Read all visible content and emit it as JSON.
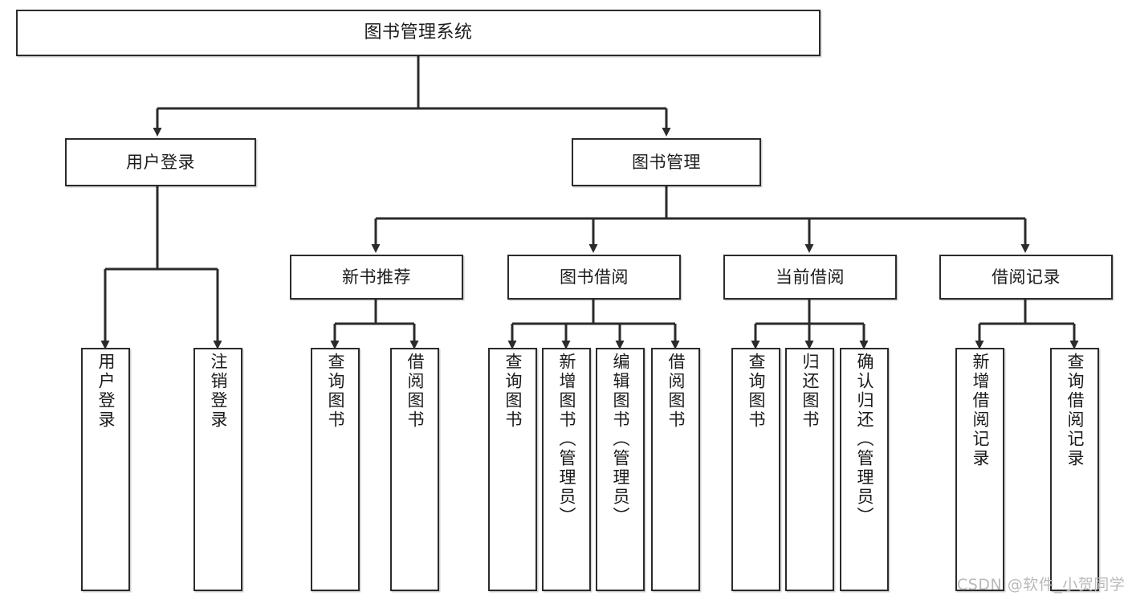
{
  "diagram": {
    "title": "图书管理系统",
    "type": "tree",
    "theme": {
      "background": "#ffffff",
      "node_border": "#2b2b2b",
      "node_fill": "#ffffff",
      "text": "#1b1b1b",
      "connector": "#2b2b2b",
      "watermark": "#b9b9b9"
    },
    "levels": [
      {
        "level": 0,
        "nodes": [
          {
            "id": "root",
            "label": "图书管理系统"
          }
        ]
      },
      {
        "level": 1,
        "nodes": [
          {
            "id": "user-login",
            "label": "用户登录",
            "parent": "root"
          },
          {
            "id": "book-management",
            "label": "图书管理",
            "parent": "root"
          }
        ]
      },
      {
        "level": 2,
        "nodes": [
          {
            "id": "new-book-recommend",
            "label": "新书推荐",
            "parent": "book-management"
          },
          {
            "id": "book-borrow",
            "label": "图书借阅",
            "parent": "book-management"
          },
          {
            "id": "current-borrow",
            "label": "当前借阅",
            "parent": "book-management"
          },
          {
            "id": "borrow-record",
            "label": "借阅记录",
            "parent": "book-management"
          }
        ]
      },
      {
        "level": 3,
        "nodes": [
          {
            "id": "leaf-user-login",
            "label": "用户登录",
            "parent": "user-login"
          },
          {
            "id": "leaf-logout-login",
            "label": "注销登录",
            "parent": "user-login"
          },
          {
            "id": "leaf-query-book-1",
            "label": "查询图书",
            "parent": "new-book-recommend"
          },
          {
            "id": "leaf-borrow-book-1",
            "label": "借阅图书",
            "parent": "new-book-recommend"
          },
          {
            "id": "leaf-query-book-2",
            "label": "查询图书",
            "parent": "book-borrow"
          },
          {
            "id": "leaf-add-book",
            "label": "新增图书（管理员）",
            "parent": "book-borrow"
          },
          {
            "id": "leaf-edit-book",
            "label": "编辑图书（管理员）",
            "parent": "book-borrow"
          },
          {
            "id": "leaf-borrow-book-2",
            "label": "借阅图书",
            "parent": "book-borrow"
          },
          {
            "id": "leaf-query-book-3",
            "label": "查询图书",
            "parent": "current-borrow"
          },
          {
            "id": "leaf-return-book",
            "label": "归还图书",
            "parent": "current-borrow"
          },
          {
            "id": "leaf-confirm-return",
            "label": "确认归还（管理员）",
            "parent": "current-borrow"
          },
          {
            "id": "leaf-add-record",
            "label": "新增借阅记录",
            "parent": "borrow-record"
          },
          {
            "id": "leaf-query-record",
            "label": "查询借阅记录",
            "parent": "borrow-record"
          }
        ]
      }
    ]
  },
  "watermark": {
    "text": "CSDN @软件_小贺同学"
  }
}
